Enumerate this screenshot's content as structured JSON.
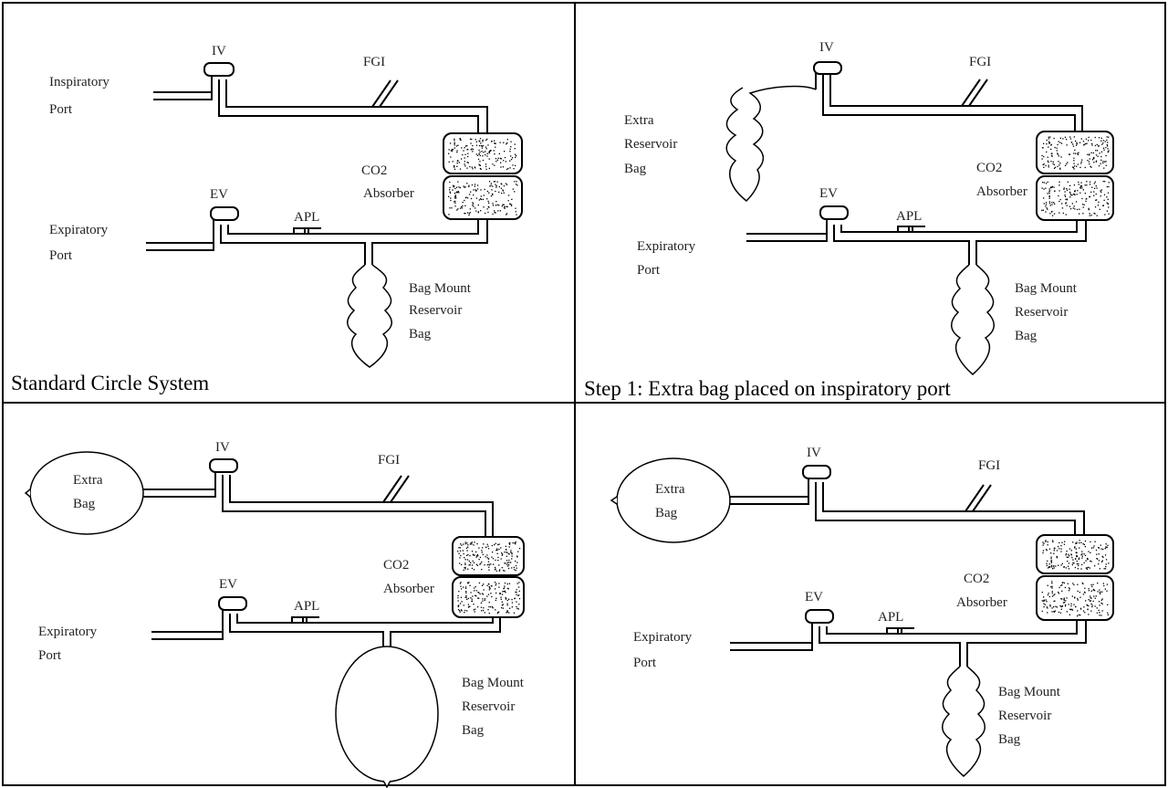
{
  "panels": [
    {
      "caption": "Standard Circle System",
      "labels": {
        "iv": "IV",
        "fgi": "FGI",
        "insp_1": "Inspiratory",
        "insp_2": "Port",
        "co2_1": "CO2",
        "co2_2": "Absorber",
        "ev": "EV",
        "apl": "APL",
        "exp_1": "Expiratory",
        "exp_2": "Port",
        "bag_1": "Bag Mount",
        "bag_2": "Reservoir",
        "bag_3": "Bag"
      }
    },
    {
      "caption": "Step 1:  Extra bag placed on inspiratory port",
      "labels": {
        "iv": "IV",
        "fgi": "FGI",
        "extra_1": "Extra",
        "extra_2": "Reservoir",
        "extra_3": "Bag",
        "co2_1": "CO2",
        "co2_2": "Absorber",
        "ev": "EV",
        "apl": "APL",
        "exp_1": "Expiratory",
        "exp_2": "Port",
        "bag_1": "Bag Mount",
        "bag_2": "Reservoir",
        "bag_3": "Bag"
      }
    },
    {
      "caption": "",
      "labels": {
        "iv": "IV",
        "fgi": "FGI",
        "extra_1": "Extra",
        "extra_2": "Bag",
        "co2_1": "CO2",
        "co2_2": "Absorber",
        "ev": "EV",
        "apl": "APL",
        "exp_1": "Expiratory",
        "exp_2": "Port",
        "bag_1": "Bag Mount",
        "bag_2": "Reservoir",
        "bag_3": "Bag"
      }
    },
    {
      "caption": "",
      "labels": {
        "iv": "IV",
        "fgi": "FGI",
        "extra_1": "Extra",
        "extra_2": "Bag",
        "co2_1": "CO2",
        "co2_2": "Absorber",
        "ev": "EV",
        "apl": "APL",
        "exp_1": "Expiratory",
        "exp_2": "Port",
        "bag_1": "Bag Mount",
        "bag_2": "Reservoir",
        "bag_3": "Bag"
      }
    }
  ]
}
